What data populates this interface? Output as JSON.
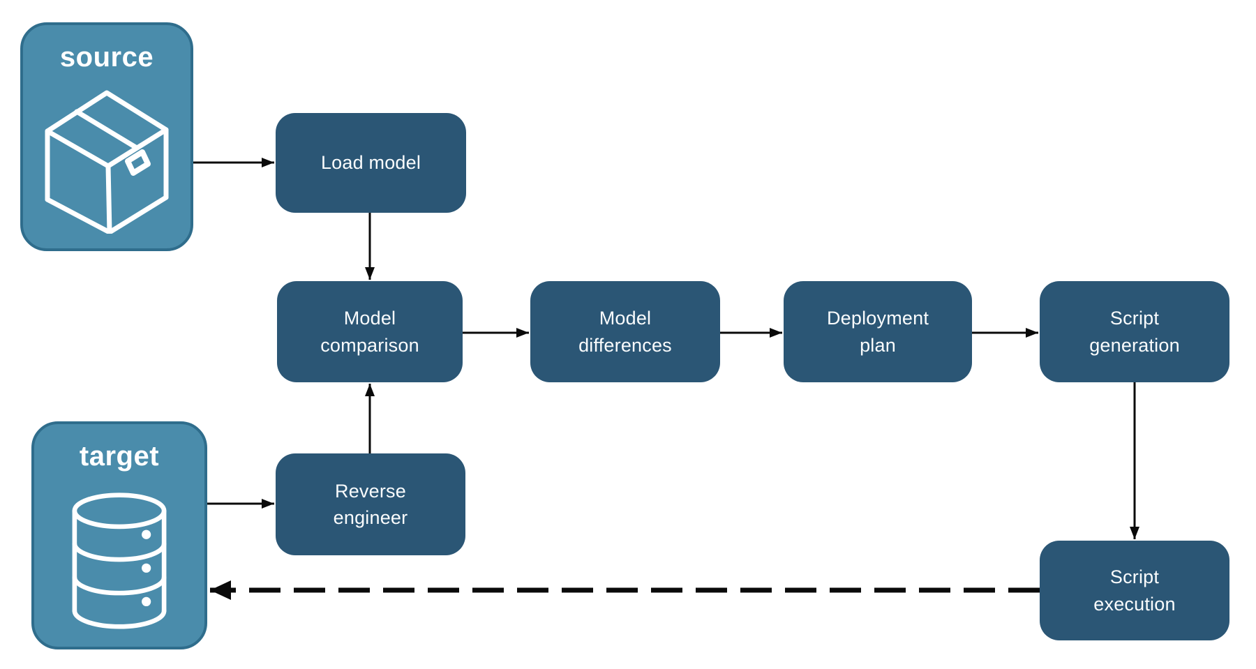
{
  "diagram": {
    "title_present": false,
    "endpoints": {
      "source": {
        "label": "source",
        "icon": "package-box-icon"
      },
      "target": {
        "label": "target",
        "icon": "database-icon"
      }
    },
    "nodes": {
      "load_model": {
        "label": "Load model"
      },
      "model_comparison": {
        "label": "Model\ncomparison"
      },
      "model_differences": {
        "label": "Model\ndifferences"
      },
      "deployment_plan": {
        "label": "Deployment\nplan"
      },
      "script_generation": {
        "label": "Script\ngeneration"
      },
      "reverse_engineer": {
        "label": "Reverse\nengineer"
      },
      "script_execution": {
        "label": "Script\nexecution"
      }
    },
    "edges": [
      {
        "from": "source",
        "to": "load_model",
        "style": "solid"
      },
      {
        "from": "load_model",
        "to": "model_comparison",
        "style": "solid"
      },
      {
        "from": "model_comparison",
        "to": "model_differences",
        "style": "solid"
      },
      {
        "from": "model_differences",
        "to": "deployment_plan",
        "style": "solid"
      },
      {
        "from": "deployment_plan",
        "to": "script_generation",
        "style": "solid"
      },
      {
        "from": "script_generation",
        "to": "script_execution",
        "style": "solid"
      },
      {
        "from": "target",
        "to": "reverse_engineer",
        "style": "solid"
      },
      {
        "from": "reverse_engineer",
        "to": "model_comparison",
        "style": "solid"
      },
      {
        "from": "script_execution",
        "to": "target",
        "style": "dashed"
      }
    ],
    "colors": {
      "node_fill": "#2B5675",
      "endpoint_fill": "#4A8CAB",
      "endpoint_border": "#2F6D8C",
      "arrow": "#0a0a0a",
      "text": "#FFFFFF",
      "background": "#FFFFFF"
    }
  }
}
